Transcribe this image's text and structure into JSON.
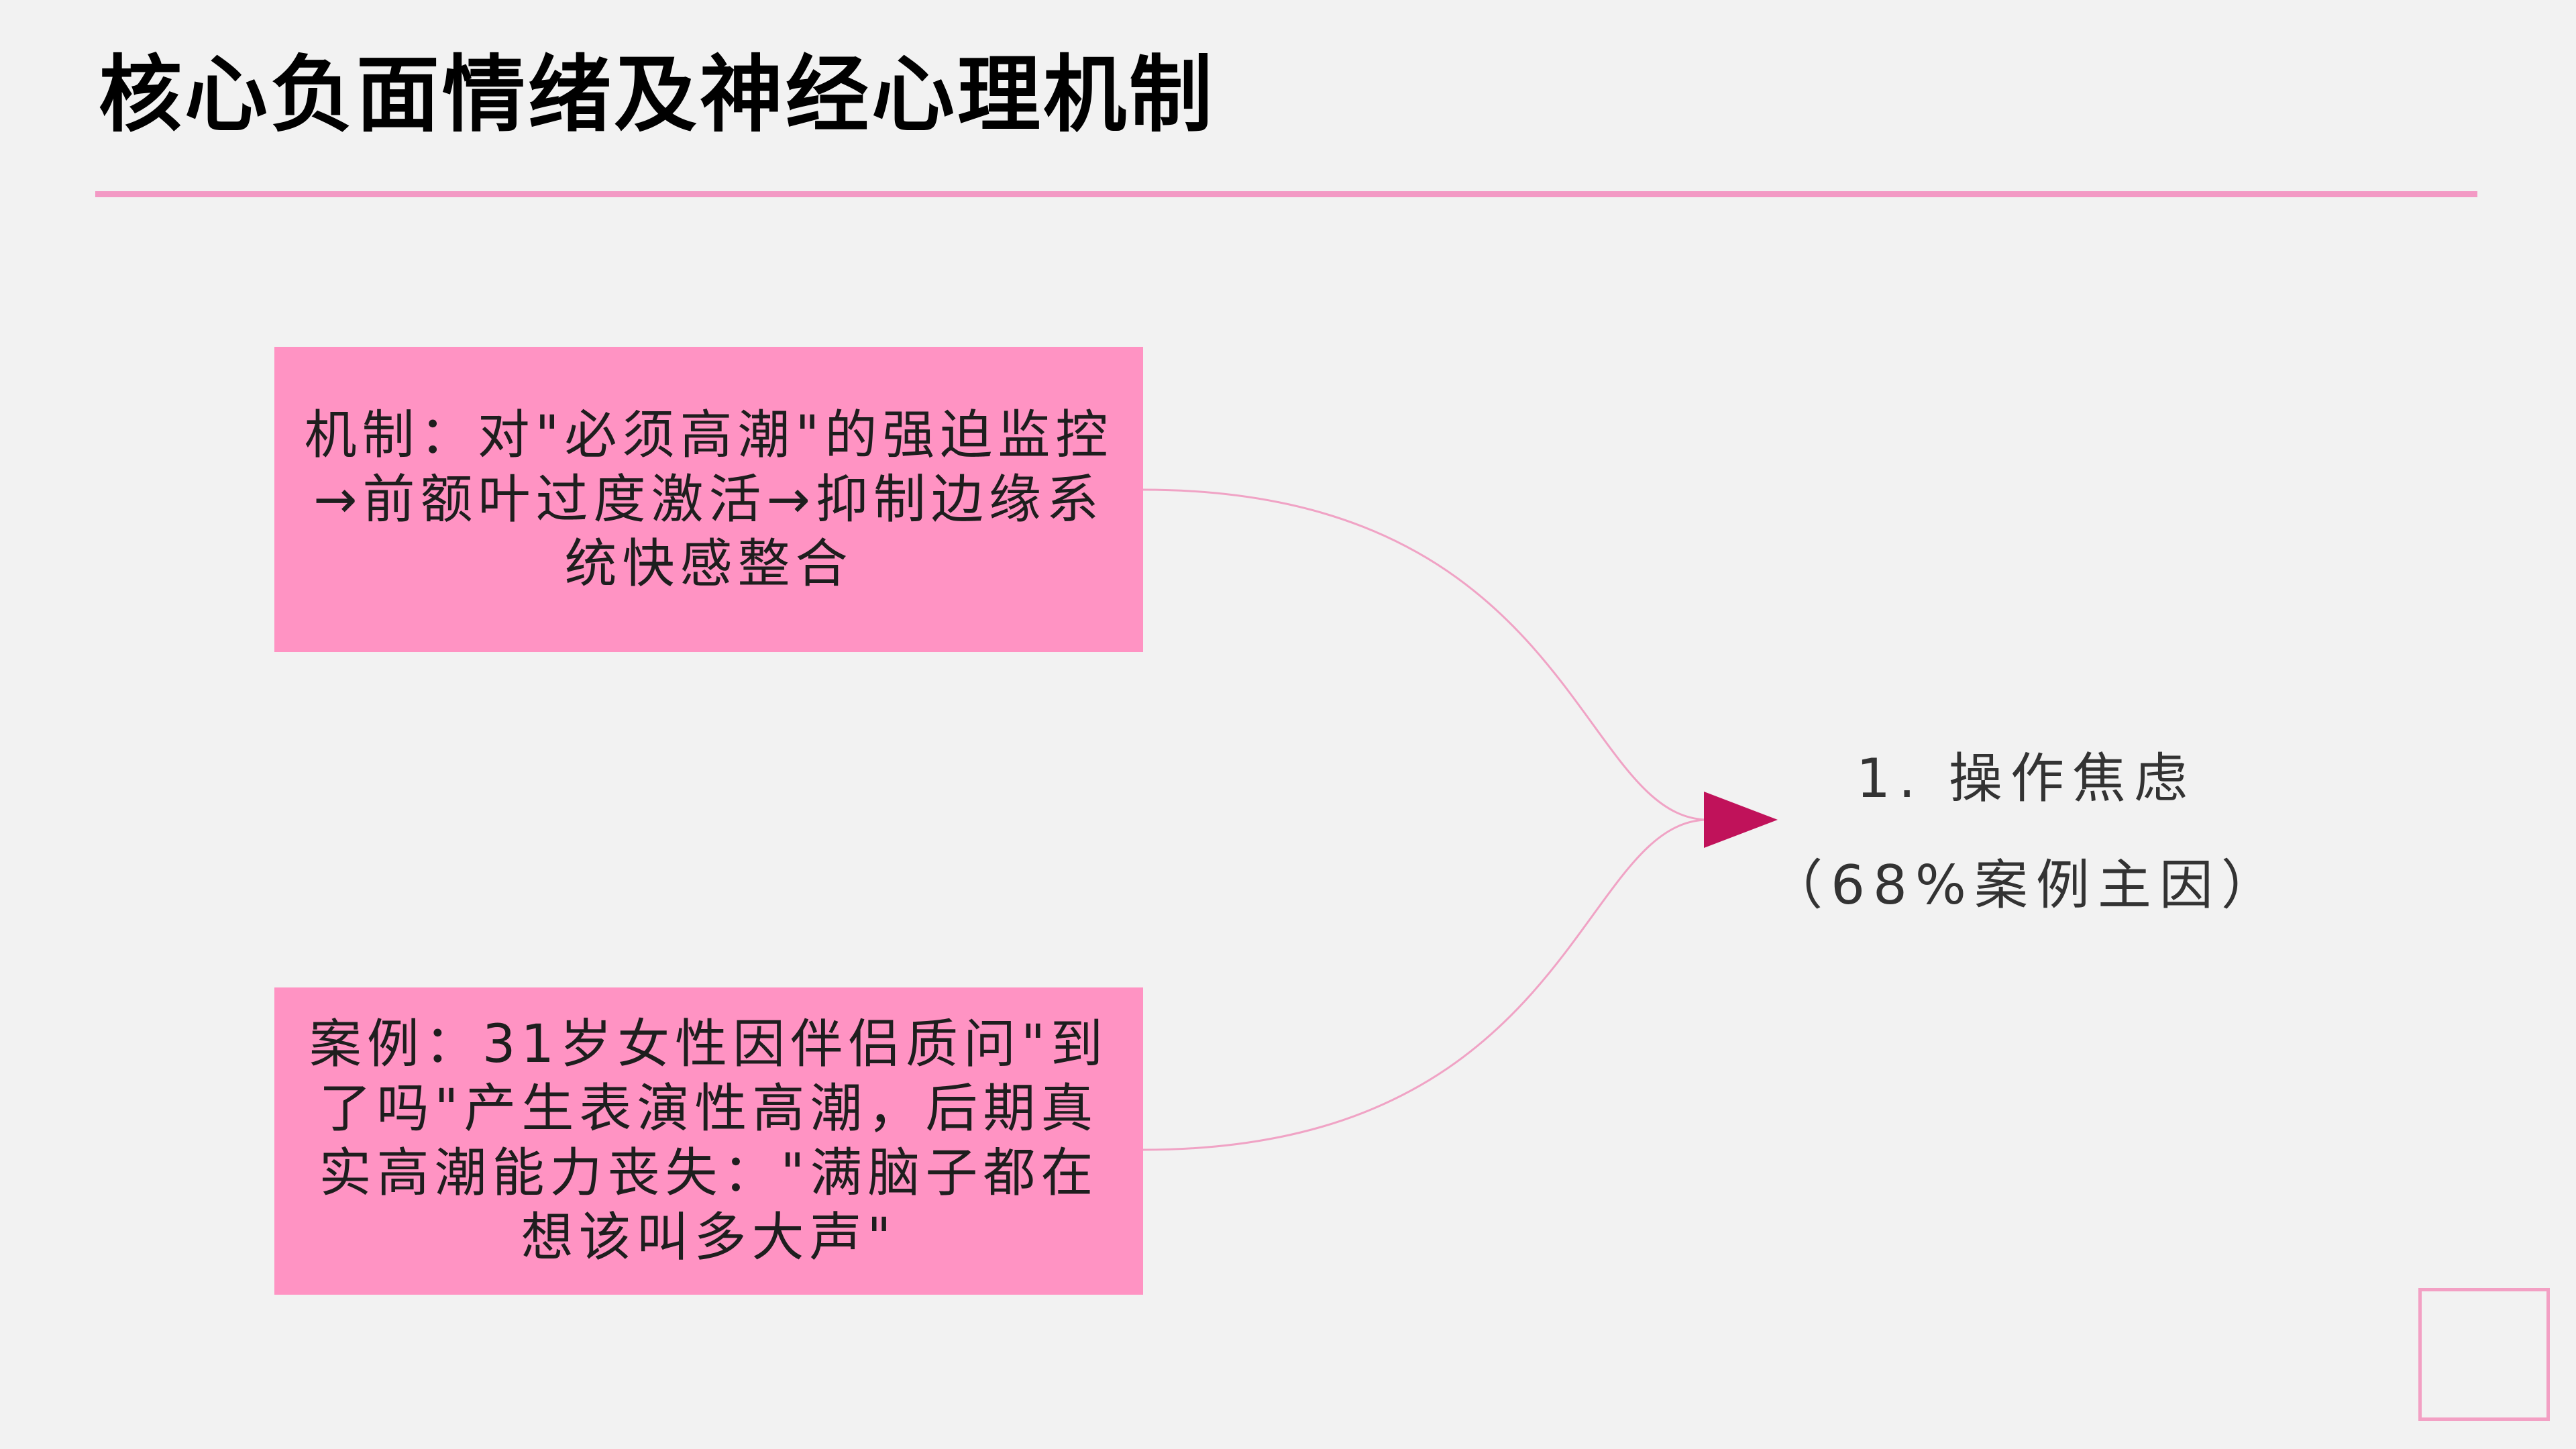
{
  "slide": {
    "title": "核心负面情绪及神经心理机制"
  },
  "diagram": {
    "mechanism_box": {
      "lines": [
        "机制：对\"必须高潮\"的强迫监控",
        "→前额叶过度激活→抑制边缘系",
        "统快感整合"
      ]
    },
    "case_box": {
      "lines": [
        "案例：31岁女性因伴侣质问\"到",
        "了吗\"产生表演性高潮，后期真",
        "实高潮能力丧失：\"满脑子都在",
        "想该叫多大声\""
      ]
    },
    "target": {
      "label": "1. 操作焦虑",
      "note": "（68%案例主因）"
    }
  },
  "colors": {
    "background": "#F2F2F2",
    "accent_line": "#F39AC5",
    "box_fill": "#FF93C3",
    "arrow": "#C0125A",
    "connector": "#F0A3C5",
    "corner_square": "#F3A0C4",
    "title_text": "#000000",
    "body_text": "#1E1E1E",
    "target_text": "#333333"
  }
}
